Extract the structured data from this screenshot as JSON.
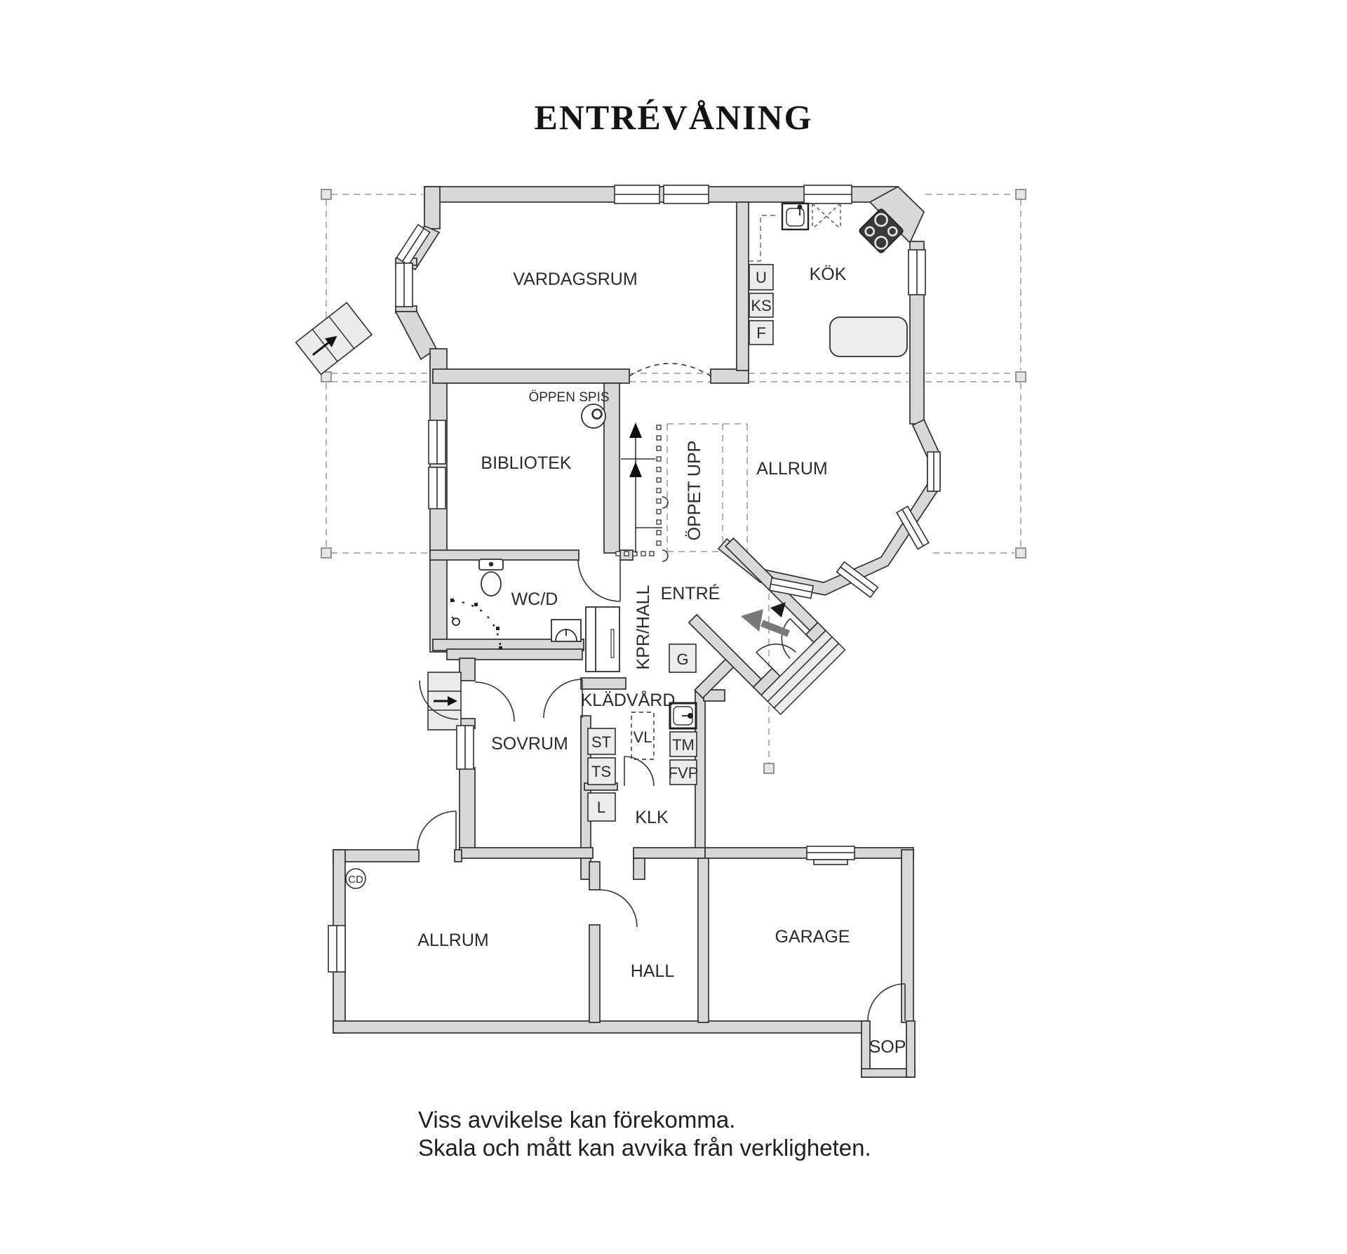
{
  "title": "ENTRÉVÅNING",
  "footer": {
    "line1": "Viss avvikelse kan förekomma.",
    "line2": "Skala och mått kan avvika från verkligheten."
  },
  "plan": {
    "rooms": {
      "vardagsrum": "VARDAGSRUM",
      "kok": "KÖK",
      "bibliotek": "BIBLIOTEK",
      "allrum_upper": "ALLRUM",
      "wcd": "WC/D",
      "entre": "ENTRÉ",
      "kladvard": "KLÄDVÅRD",
      "sovrum": "SOVRUM",
      "klk": "KLK",
      "allrum_lower": "ALLRUM",
      "hall": "HALL",
      "garage": "GARAGE",
      "sop": "SOP"
    },
    "corridors": {
      "kpr_hall": "KPR/HALL"
    },
    "annotations": {
      "oppen_spis": "ÖPPEN SPIS",
      "oppet_upp": "ÖPPET UPP",
      "cd": "CD"
    },
    "closets": {
      "u": "U",
      "ks": "KS",
      "f": "F",
      "g": "G",
      "st": "ST",
      "ts": "TS",
      "l": "L",
      "vl": "VL",
      "tm": "TM",
      "fvp": "FVP"
    },
    "colors": {
      "wall_fill": "#d8d8d8",
      "wall_stroke": "#2f2f2f",
      "box_fill": "#ececec",
      "dash": "#999999",
      "hob": "#3a3a3a",
      "label": "#2b2b2b"
    }
  }
}
